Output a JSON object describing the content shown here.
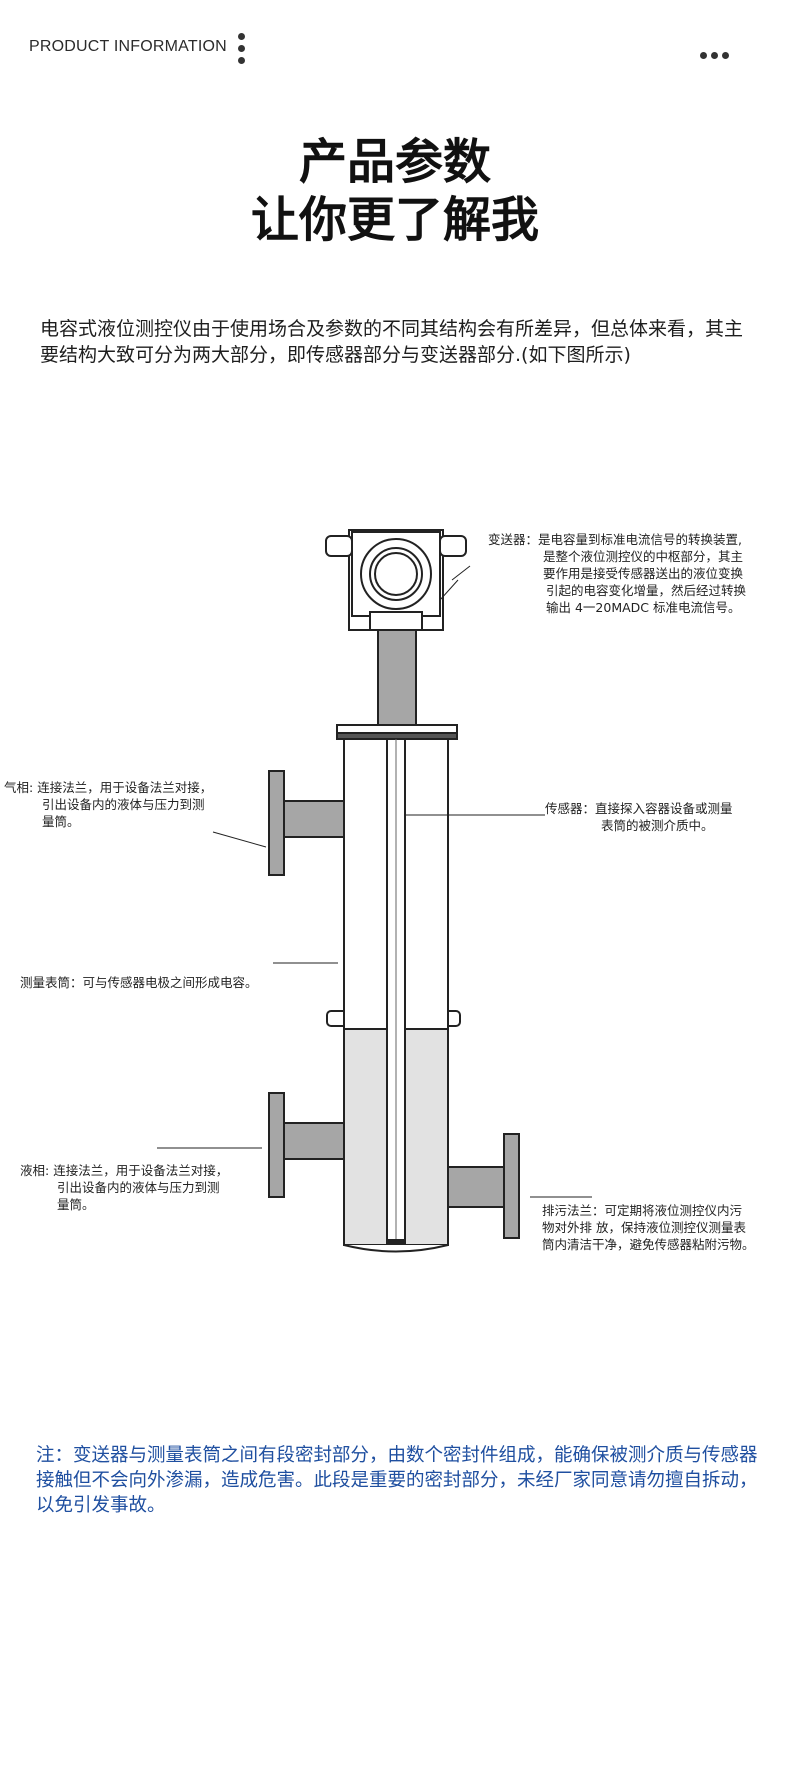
{
  "header": {
    "brand": "PRODUCT INFORMATION",
    "menu_icon": "vertical-dots-icon",
    "more_icon": "horizontal-dots-icon"
  },
  "title": {
    "line1": "产品参数",
    "line2": "让你更了解我"
  },
  "intro": "电容式液位测控仪由于使用场合及参数的不同其结构会有所差异，但总体来看，其主要结构大致可分为两大部分，即传感器部分与变送器部分.(如下图所示)",
  "diagram": {
    "labels": {
      "transmitter": {
        "title": "变送器：",
        "lines": [
          "是电容量到标准电流信号的转换装置,",
          "是整个液位测控仪的中枢部分，其主",
          "要作用是接受传感器送出的液位变换",
          "引起的电容变化增量，然后经过转换",
          "输出 4一20MADC 标准电流信号。"
        ]
      },
      "gas_phase": {
        "title": "气相:",
        "lines": [
          "连接法兰，用于设备法兰对接，",
          "引出设备内的液体与压力到测",
          "量筒。"
        ]
      },
      "sensor": {
        "title": "传感器：",
        "lines": [
          "直接探入容器设备或测量",
          "表筒的被测介质中。"
        ]
      },
      "tube": {
        "text": "测量表筒：可与传感器电极之间形成电容。"
      },
      "liquid_phase": {
        "title": "液相:",
        "lines": [
          "连接法兰，用于设备法兰对接，",
          "引出设备内的液体与压力到测",
          "量筒。"
        ]
      },
      "drain": {
        "title": "排污法兰：",
        "lines": [
          "可定期将液位测控仪内污",
          "物对外排 放，保持液位测控仪测量表",
          "筒内清洁干净，避免传感器粘附污物。"
        ]
      }
    }
  },
  "note": "注：变送器与测量表筒之间有段密封部分，由数个密封件组成，能确保被测介质与传感器接触但不会向外渗漏，造成危害。此段是重要的密封部分，未经厂家同意请勿擅自拆动，以免引发事故。",
  "colors": {
    "note_text": "#1f4fa0",
    "pipe_gray": "#a6a6a6",
    "liquid": "#e2e2e2"
  }
}
